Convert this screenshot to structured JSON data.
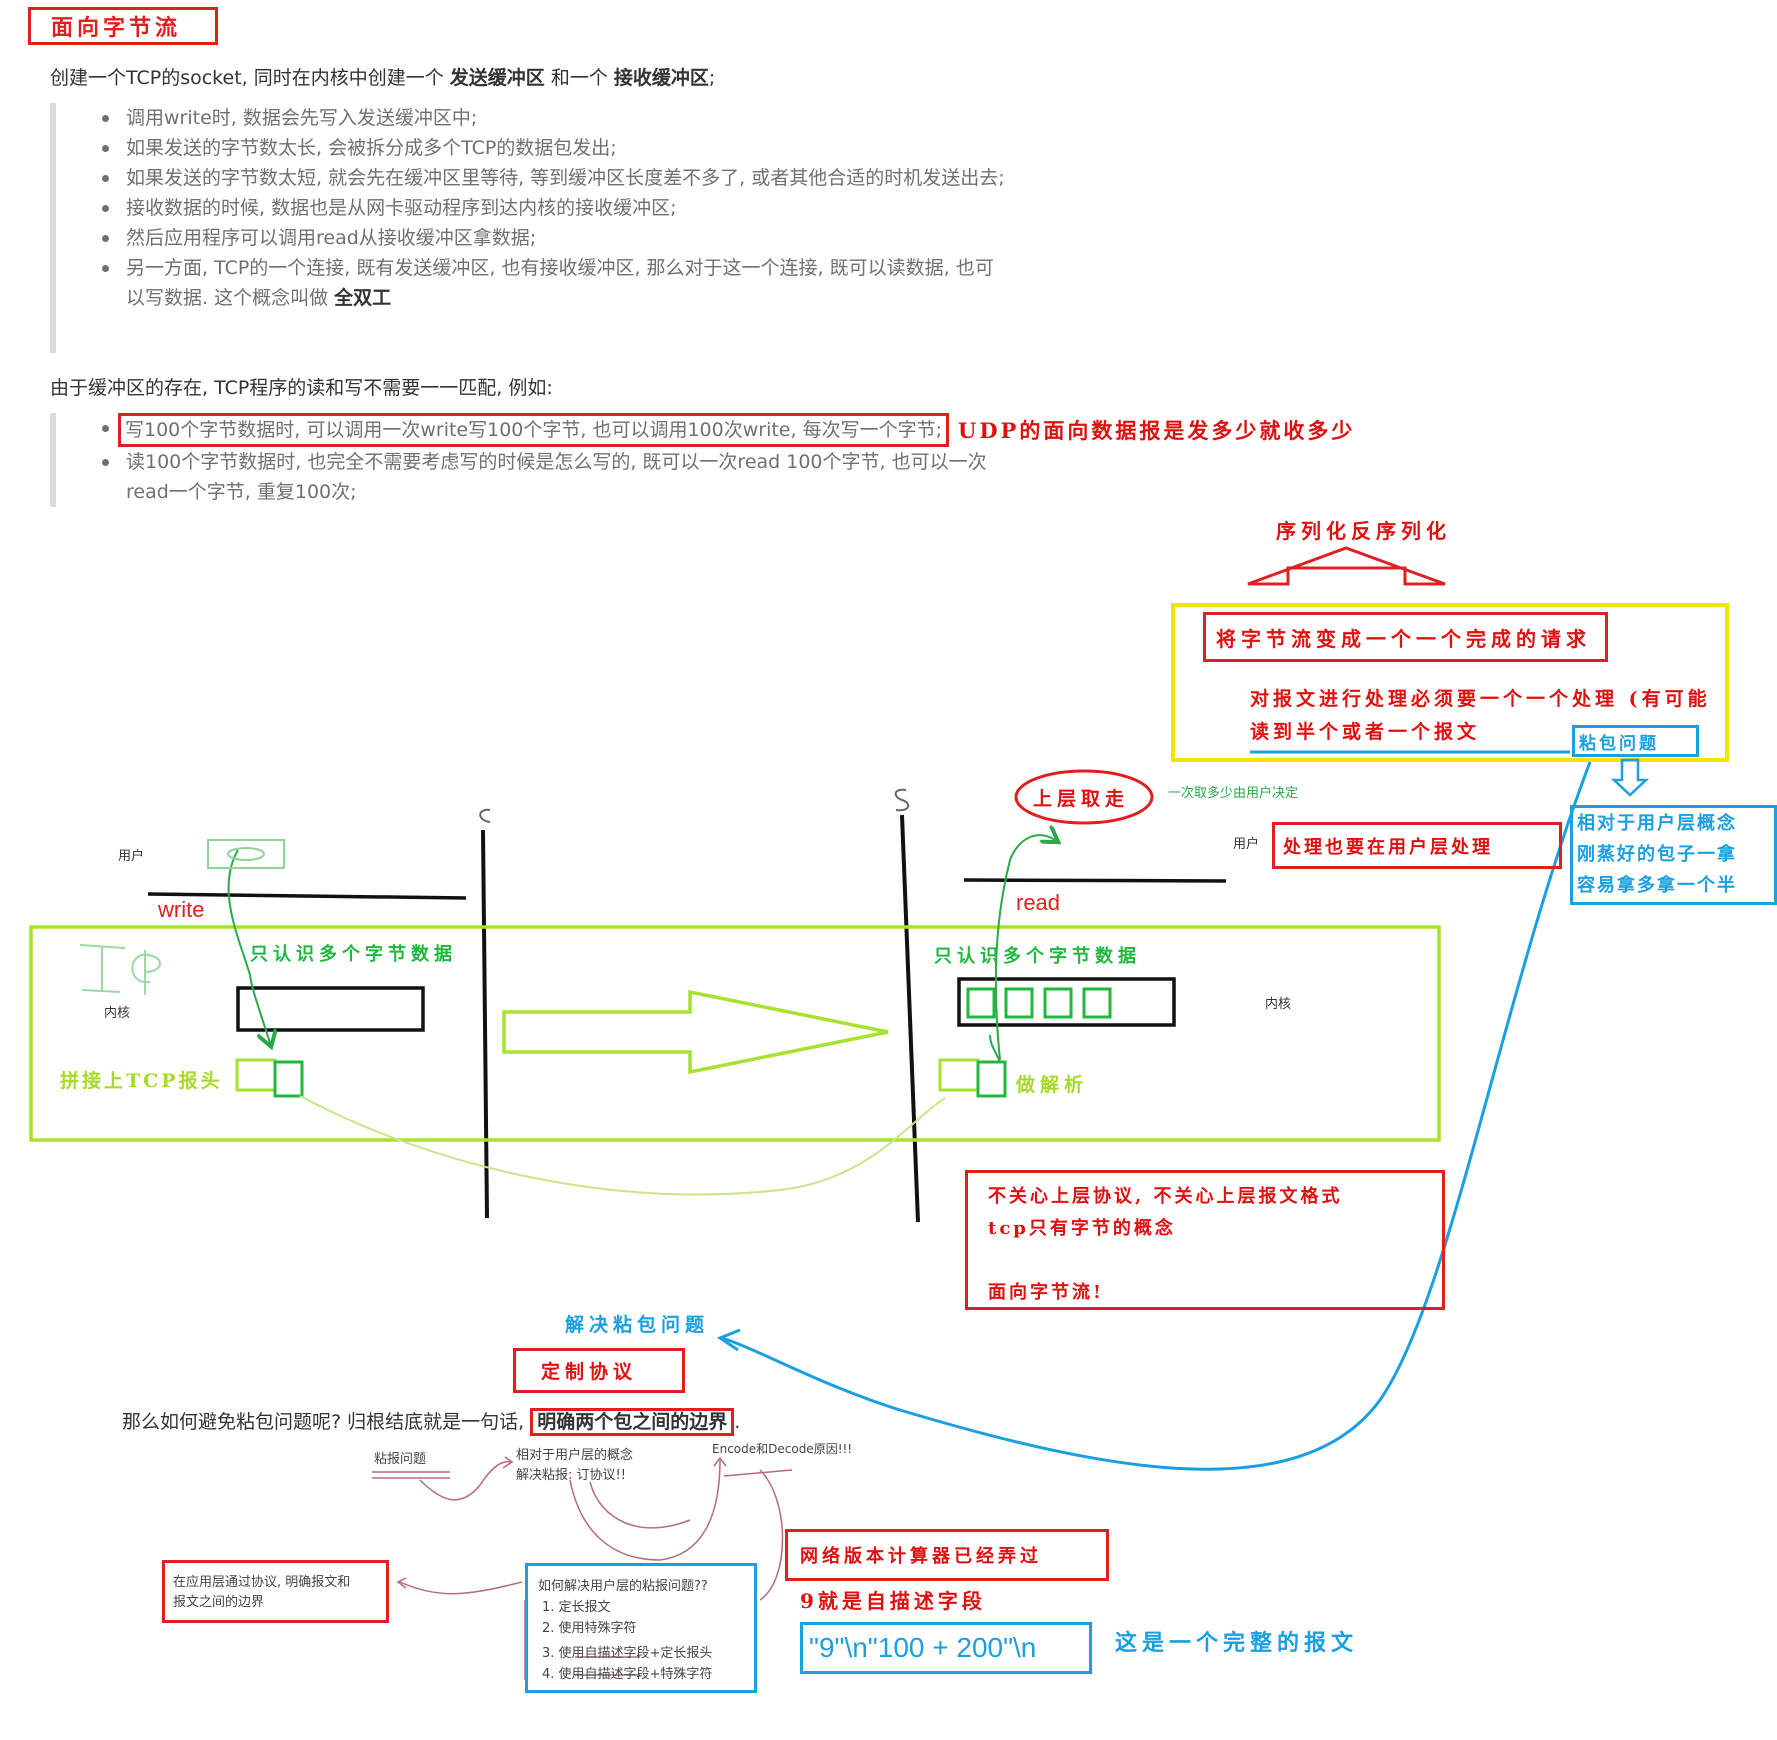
{
  "title": "面向字节流",
  "intro": {
    "prefix": "创建一个TCP的socket, 同时在内核中创建一个 ",
    "send_buffer": "发送缓冲区",
    "mid": " 和一个 ",
    "recv_buffer": "接收缓冲区",
    "suffix": ";"
  },
  "bullets1": [
    "调用write时, 数据会先写入发送缓冲区中;",
    "如果发送的字节数太长, 会被拆分成多个TCP的数据包发出;",
    "如果发送的字节数太短, 就会先在缓冲区里等待, 等到缓冲区长度差不多了, 或者其他合适的时机发送出去;",
    "接收数据的时候, 数据也是从网卡驱动程序到达内核的接收缓冲区;",
    "然后应用程序可以调用read从接收缓冲区拿数据;",
    "另一方面, TCP的一个连接, 既有发送缓冲区, 也有接收缓冲区, 那么对于这一个连接, 既可以读数据, 也可以写数据. 这个概念叫做 "
  ],
  "full_duplex": "全双工",
  "para2": "由于缓冲区的存在, TCP程序的读和写不需要一一匹配, 例如:",
  "bullets2": [
    "写100个字节数据时, 可以调用一次write写100个字节, 也可以调用100次write, 每次写一个字节;",
    "读100个字节数据时, 也完全不需要考虑写的时候是怎么写的, 既可以一次read 100个字节, 也可以一次read一个字节, 重复100次;"
  ],
  "note_udp": "UDP的面向数据报是发多少就收多少",
  "annotations": {
    "serialize": "序列化反序列化",
    "bytes_to_request": "将字节流变成一个一个完成的请求",
    "process_one": "对报文进行处理必须要一个一个处理 (有可能读到半个或者一个报文 ",
    "sticky": "粘包问题",
    "relative": [
      "相对于用户层概念",
      "刚蒸好的包子一拿",
      "容易拿多拿一个半"
    ],
    "upper_take": "上层取走",
    "how_much": "一次取多少由用户决定",
    "user_left": "用户",
    "user_right": "用户",
    "user_process": "处理也要在用户层处理",
    "write": "write",
    "read": "read",
    "only_bytes_left": "只认识多个字节数据",
    "only_bytes_right": "只认识多个字节数据",
    "tcp_scribble": "TCP",
    "kernel_left": "内核",
    "kernel_right": "内核",
    "add_header": "拼接上TCP报头",
    "parse": "做解析",
    "c_label": "C",
    "s_label": "S",
    "no_care": [
      "不关心上层协议, 不关心上层报文格式",
      "tcp只有字节的概念",
      "",
      "面向字节流!"
    ],
    "solve_sticky": "解决粘包问题",
    "custom_protocol": "定制协议",
    "avoid_prefix": "那么如何避免粘包问题呢? 归根结底就是一句话, ",
    "avoid_bold": "明确两个包之间的边界",
    "avoid_suffix": ".",
    "sticky_small": "粘报问题",
    "relative_small": [
      "相对于用户层的概念",
      "解决粘报: 订协议!!"
    ],
    "encode": "Encode和Decode原因!!!",
    "app_layer": [
      "在应用层通过协议, 明确报文和",
      "报文之间的边界"
    ],
    "how_solve": {
      "title": "如何解决用户层的粘报问题??",
      "items": [
        "1.  定长报文",
        "2.  使用特殊字符",
        "3.  使用自描述字段+定长报头",
        "4.  使用自描述字段+特殊字符"
      ]
    },
    "calculator": "网络版本计算器已经弄过",
    "nine": "9就是自描述字段",
    "example": "\"9\"\\n\"100 + 200\"\\n",
    "complete": "这是一个完整的报文"
  }
}
